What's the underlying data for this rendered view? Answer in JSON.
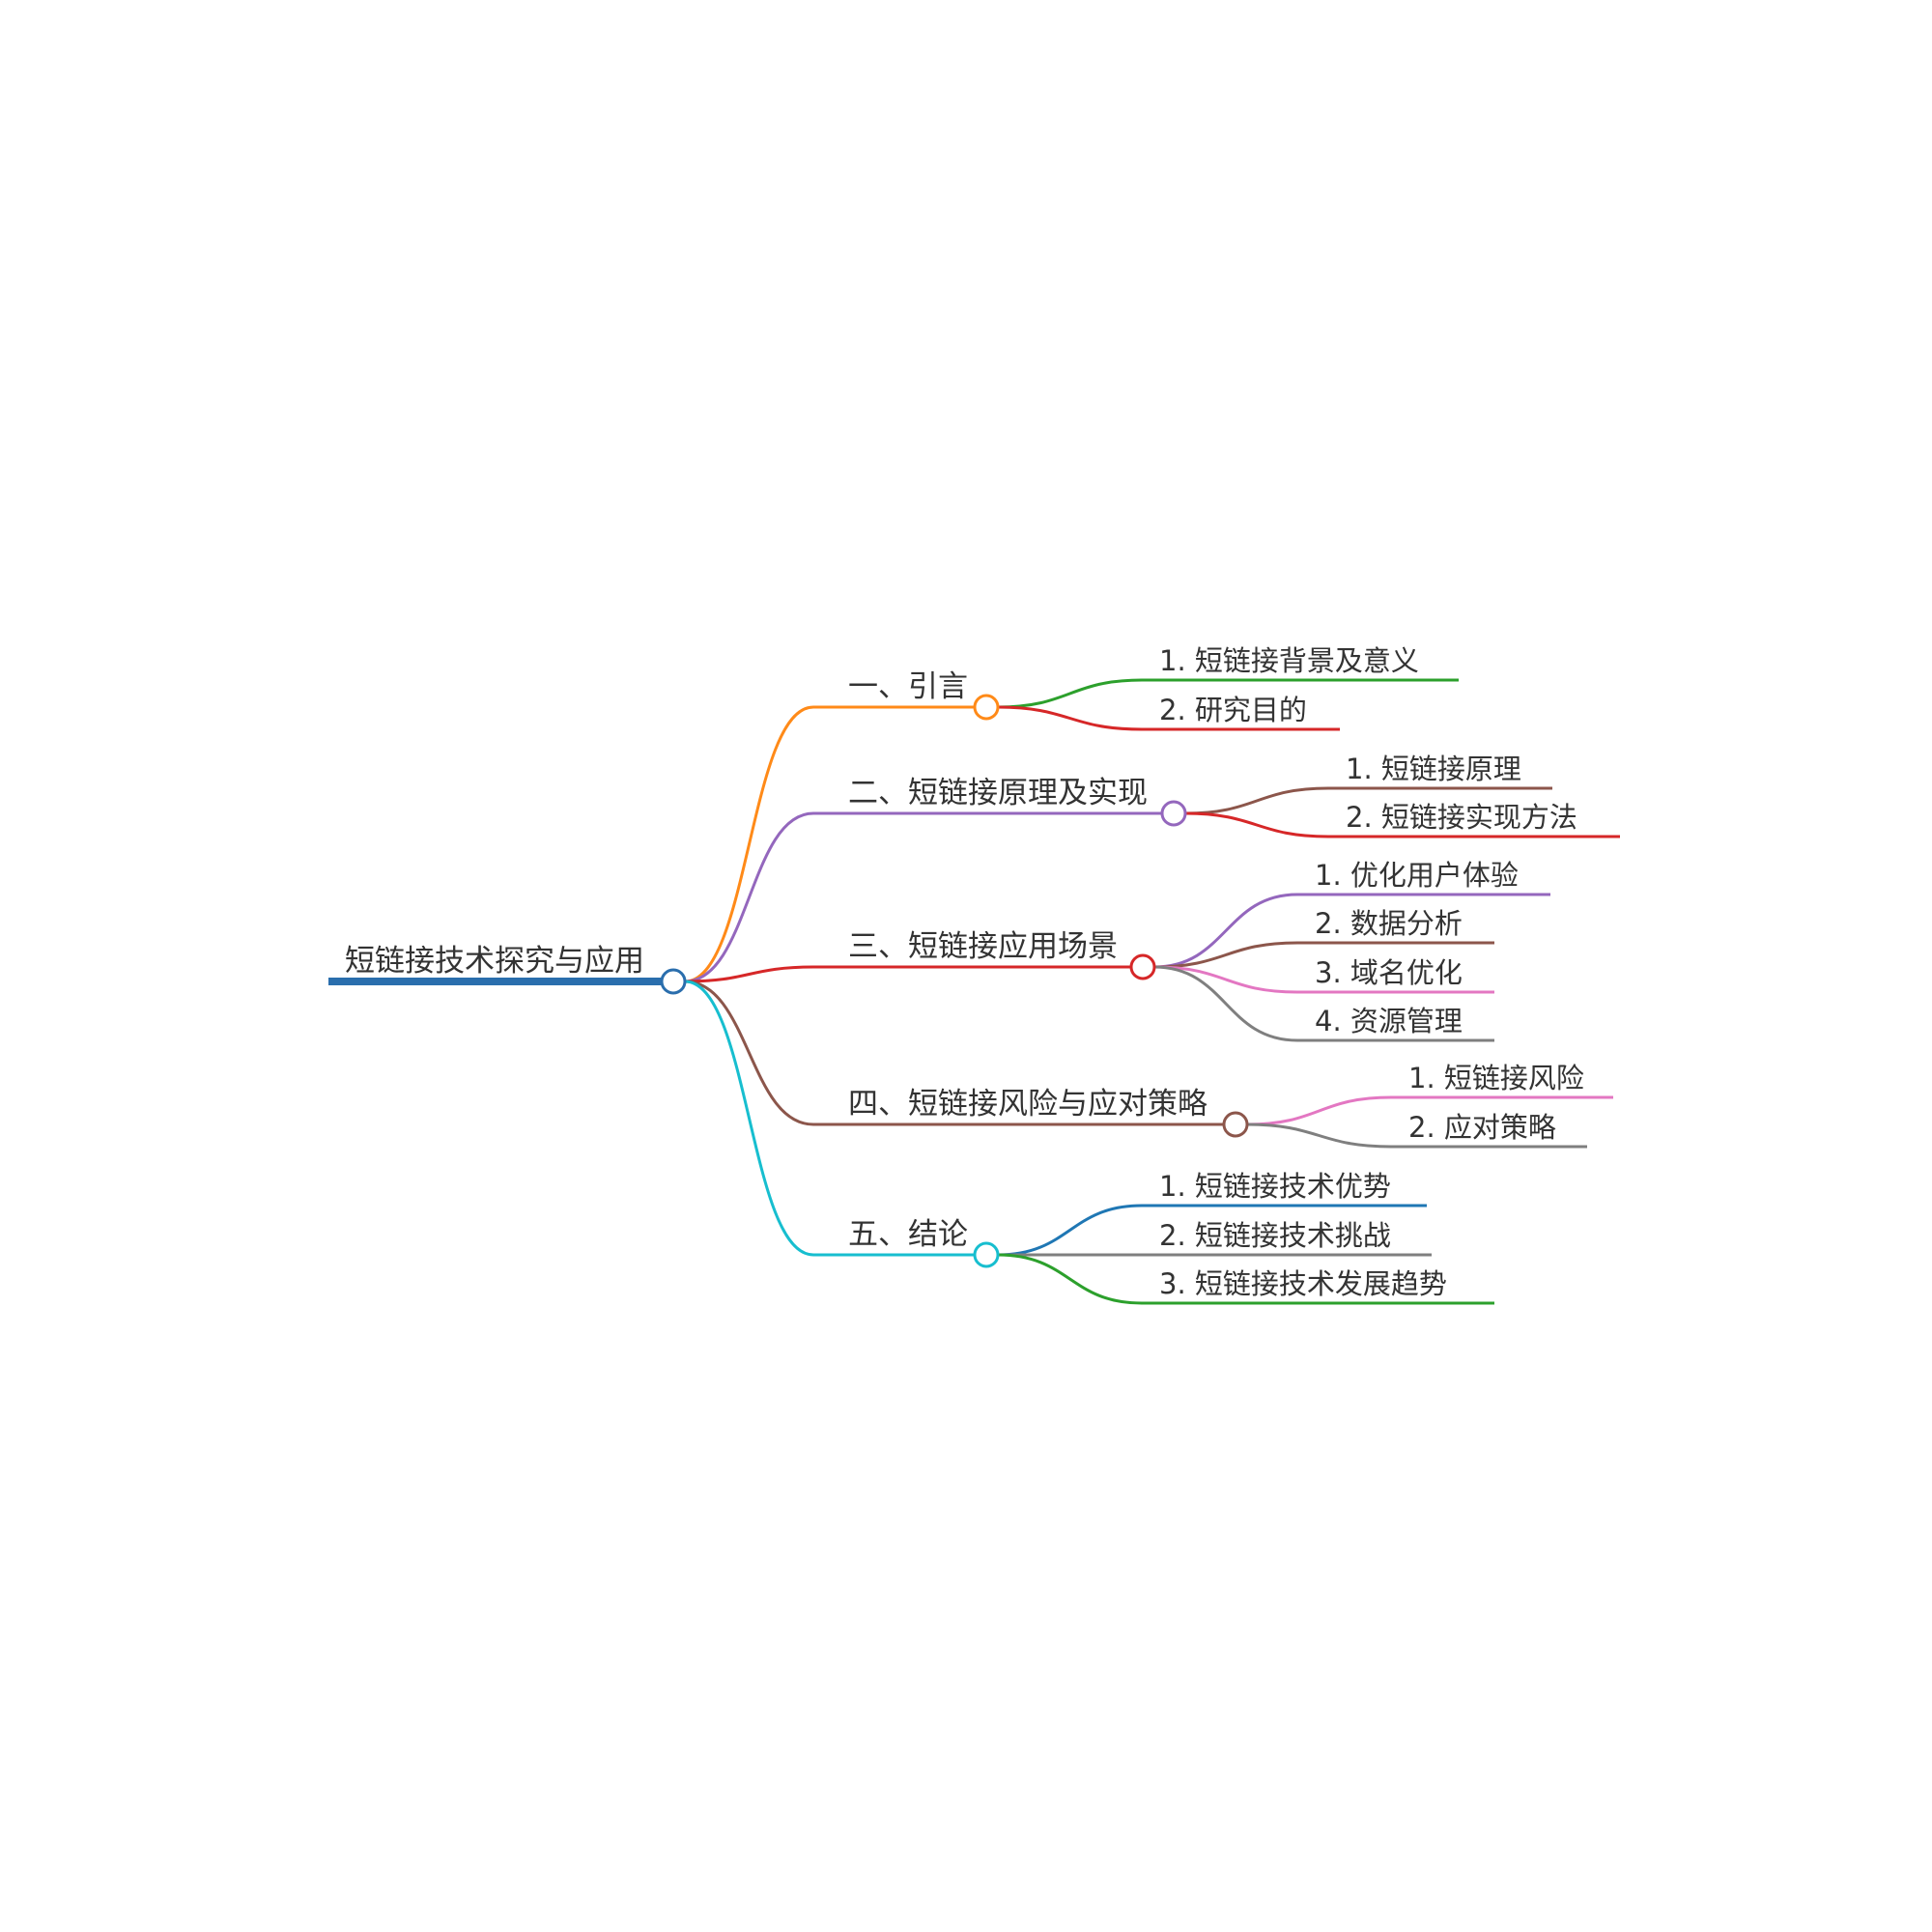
{
  "root": {
    "label": "短链接技术探究与应用",
    "color": "#2a6ead"
  },
  "branches": [
    {
      "label": "一、引言",
      "color": "#ff8a18",
      "children": [
        {
          "label": "1. 短链接背景及意义",
          "color": "#2ca02c"
        },
        {
          "label": "2. 研究目的",
          "color": "#d62728"
        }
      ]
    },
    {
      "label": "二、短链接原理及实现",
      "color": "#9467bd",
      "children": [
        {
          "label": "1. 短链接原理",
          "color": "#8c564b"
        },
        {
          "label": "2. 短链接实现方法",
          "color": "#d62728"
        }
      ]
    },
    {
      "label": "三、短链接应用场景",
      "color": "#d62728",
      "children": [
        {
          "label": "1. 优化用户体验",
          "color": "#9467bd"
        },
        {
          "label": "2. 数据分析",
          "color": "#8c564b"
        },
        {
          "label": "3. 域名优化",
          "color": "#e377c2"
        },
        {
          "label": "4. 资源管理",
          "color": "#7f7f7f"
        }
      ]
    },
    {
      "label": "四、短链接风险与应对策略",
      "color": "#8c564b",
      "children": [
        {
          "label": "1. 短链接风险",
          "color": "#e377c2"
        },
        {
          "label": "2. 应对策略",
          "color": "#7f7f7f"
        }
      ]
    },
    {
      "label": "五、结论",
      "color": "#17becf",
      "children": [
        {
          "label": "1. 短链接技术优势",
          "color": "#1f77b4"
        },
        {
          "label": "2. 短链接技术挑战",
          "color": "#7f7f7f"
        },
        {
          "label": "3. 短链接技术发展趋势",
          "color": "#2ca02c"
        }
      ]
    }
  ]
}
